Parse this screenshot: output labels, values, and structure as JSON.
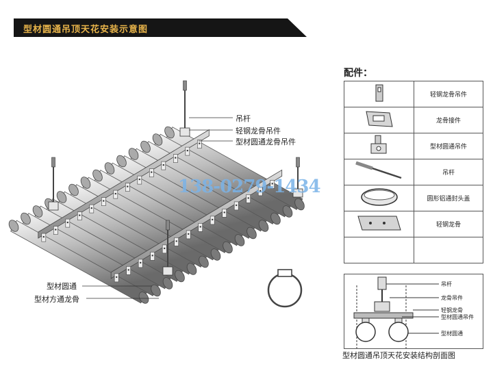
{
  "banner": {
    "title": "型材圆通吊顶天花安装示意图"
  },
  "labels": {
    "hanger_rod": "吊杆",
    "keel_hanger": "轻钢龙骨吊件",
    "tube_keel_hanger": "型材圆通龙骨吊件",
    "tube": "型材圆通",
    "square_keel": "型材方通龙骨"
  },
  "watermark": "138-0279-1434",
  "parts": {
    "heading": "配件：",
    "items": [
      {
        "name": "轻钢龙骨吊件",
        "icon": "keel-hanger-icon"
      },
      {
        "name": "龙骨接件",
        "icon": "keel-connector-icon"
      },
      {
        "name": "型材圆通吊件",
        "icon": "tube-hanger-icon"
      },
      {
        "name": "吊杆",
        "icon": "hanger-rod-icon"
      },
      {
        "name": "圆形铝通封头盖",
        "icon": "end-cap-icon"
      },
      {
        "name": "轻钢龙骨",
        "icon": "light-steel-keel-icon"
      },
      {
        "name": "",
        "icon": ""
      }
    ]
  },
  "section": {
    "labels": [
      "吊杆",
      "龙骨吊件",
      "轻钢龙骨",
      "型材圆通吊件",
      "型材圆通"
    ],
    "caption": "型材圆通吊顶天花安装结构剖面图"
  }
}
